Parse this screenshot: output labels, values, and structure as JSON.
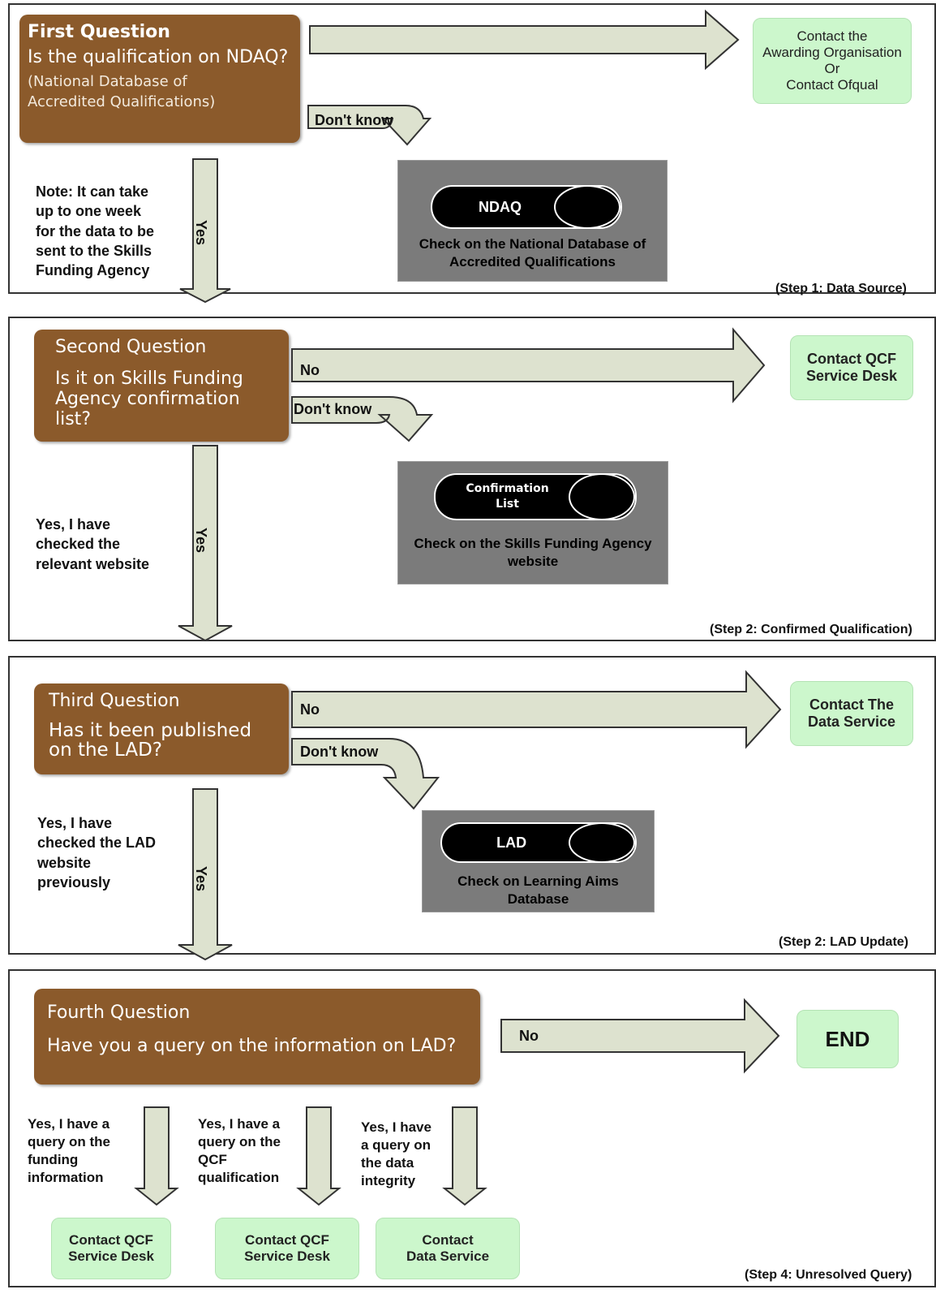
{
  "colors": {
    "question_box": "#8b5a2b",
    "contact_box": "#ccf7cc",
    "database_box": "#7b7b7b",
    "arrow_fill": "#dde2cf"
  },
  "step1": {
    "question": {
      "heading": "First Question",
      "text": "Is the qualification on NDAQ?",
      "sub": "(National Database of\nAccredited Qualifications)"
    },
    "contact": "Contact the\nAwarding  Organisation\nOr\nContact Ofqual",
    "dont_know": "Don't know",
    "yes": "Yes",
    "note": "Note: It can take\nup to one week\nfor the data to be\nsent to the Skills\nFunding Agency",
    "db": {
      "pill": "NDAQ",
      "caption": "Check on the National Database of\nAccredited Qualifications"
    },
    "step_label": "(Step 1: Data Source)"
  },
  "step2": {
    "question": {
      "heading": "Second Question",
      "text": "Is it on Skills Funding\nAgency confirmation\nlist?"
    },
    "contact": "Contact QCF\nService Desk",
    "no": "No",
    "dont_know": "Don't know",
    "yes": "Yes",
    "note": "Yes, I have\nchecked the\nrelevant website",
    "db": {
      "pill": "Confirmation\nList",
      "caption": "Check on the Skills Funding Agency\nwebsite"
    },
    "step_label": "(Step 2: Confirmed Qualification)"
  },
  "step3": {
    "question": {
      "heading": "Third Question",
      "text": "Has it been published\non the LAD?"
    },
    "contact": "Contact The\nData Service",
    "no": "No",
    "dont_know": "Don't know",
    "yes": "Yes",
    "note": "Yes, I have\nchecked the LAD\nwebsite\npreviously",
    "db": {
      "pill": "LAD",
      "caption": "Check on Learning Aims\nDatabase"
    },
    "step_label": "(Step 2: LAD Update)"
  },
  "step4": {
    "question": {
      "heading": "Fourth Question",
      "text": "Have you a query on the information on LAD?"
    },
    "no": "No",
    "end": "END",
    "queries": [
      {
        "text": "Yes, I have a\nquery on the\nfunding\ninformation",
        "contact": "Contact QCF\nService Desk"
      },
      {
        "text": "Yes, I have a\nquery on the\nQCF\nqualification",
        "contact": "Contact QCF\nService Desk"
      },
      {
        "text": "Yes, I have\na query on\nthe data\nintegrity",
        "contact": "Contact\nData Service"
      }
    ],
    "step_label": "(Step 4: Unresolved Query)"
  }
}
